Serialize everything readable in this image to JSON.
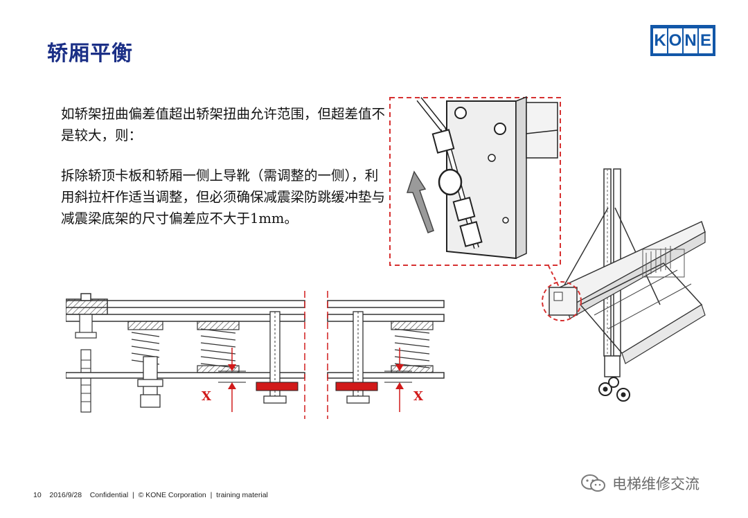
{
  "slide": {
    "title": "轿厢平衡",
    "logo_letters": [
      "K",
      "O",
      "N",
      "E"
    ],
    "paragraph1": "如轿架扭曲偏差值超出轿架扭曲允许范围，但超差值不是较大，则：",
    "paragraph2": "拆除轿顶卡板和轿厢一侧上导靴（需调整的一侧），利用斜拉杆作适当调整，但必须确保减震梁防跳缓冲垫与减震梁底架的尺寸偏差应不大于1mm。",
    "diagram_label_left": "X",
    "diagram_label_right": "X",
    "footer": "10    2016/9/28    Confidential  |  © KONE Corporation  |  training material",
    "watermark": "电梯维修交流",
    "colors": {
      "title": "#1b2f86",
      "logo": "#1257a8",
      "highlight": "#d11a1a",
      "callout": "#d63030"
    }
  }
}
